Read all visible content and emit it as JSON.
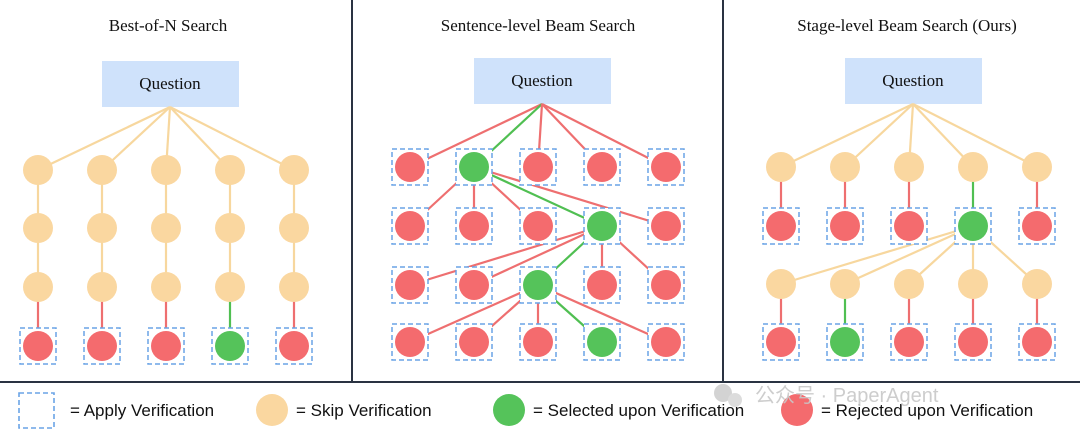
{
  "panels": [
    {
      "title": "Best-of-N Search",
      "question": "Question"
    },
    {
      "title": "Sentence-level Beam Search",
      "question": "Question"
    },
    {
      "title": "Stage-level Beam Search (Ours)",
      "question": "Question"
    }
  ],
  "legend": {
    "apply": "= Apply Verification",
    "skip": "= Skip Verification",
    "selected": "= Selected upon Verification",
    "rejected": "= Rejected upon Verification"
  },
  "watermark": "公众号 · PaperAgent",
  "colors": {
    "skip": "#fad7a0",
    "selected": "#55c35a",
    "rejected": "#f46b6e",
    "verify_box": "#6aa4e6",
    "question_box": "#cfe2fb",
    "skip_edge": "#f7d79e",
    "rejected_edge": "#ee6f70",
    "selected_edge": "#50bf52",
    "divider": "#2a3342"
  }
}
